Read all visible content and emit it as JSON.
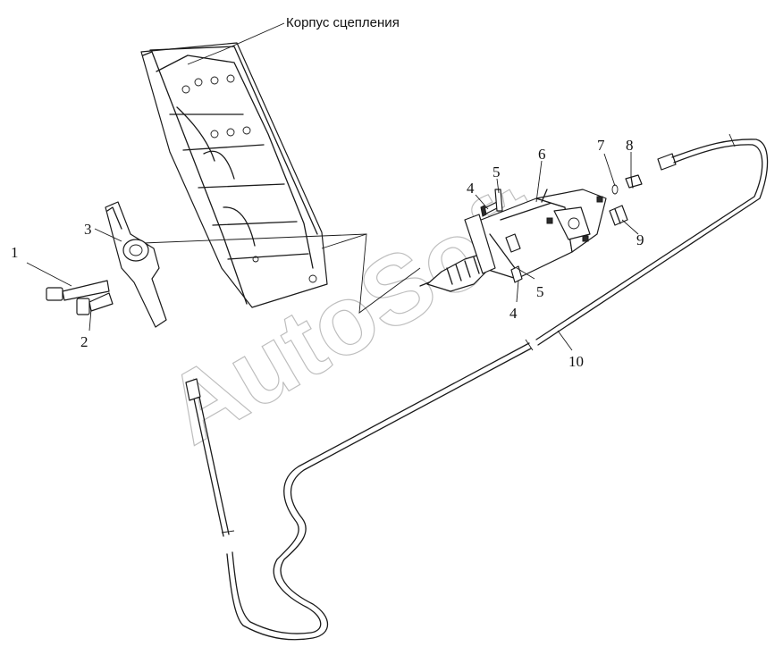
{
  "title": "Корпус сцепления",
  "watermark": "AutoSoft",
  "callouts": [
    {
      "id": "callout-1",
      "label": "1"
    },
    {
      "id": "callout-2",
      "label": "2"
    },
    {
      "id": "callout-3",
      "label": "3"
    },
    {
      "id": "callout-4a",
      "label": "4"
    },
    {
      "id": "callout-5a",
      "label": "5"
    },
    {
      "id": "callout-6",
      "label": "6"
    },
    {
      "id": "callout-7",
      "label": "7"
    },
    {
      "id": "callout-8",
      "label": "8"
    },
    {
      "id": "callout-9",
      "label": "9"
    },
    {
      "id": "callout-5b",
      "label": "5"
    },
    {
      "id": "callout-4b",
      "label": "4"
    },
    {
      "id": "callout-10",
      "label": "10"
    }
  ],
  "colors": {
    "line": "#1a1a1a",
    "watermark": "#8a8a8a",
    "background": "#ffffff"
  }
}
